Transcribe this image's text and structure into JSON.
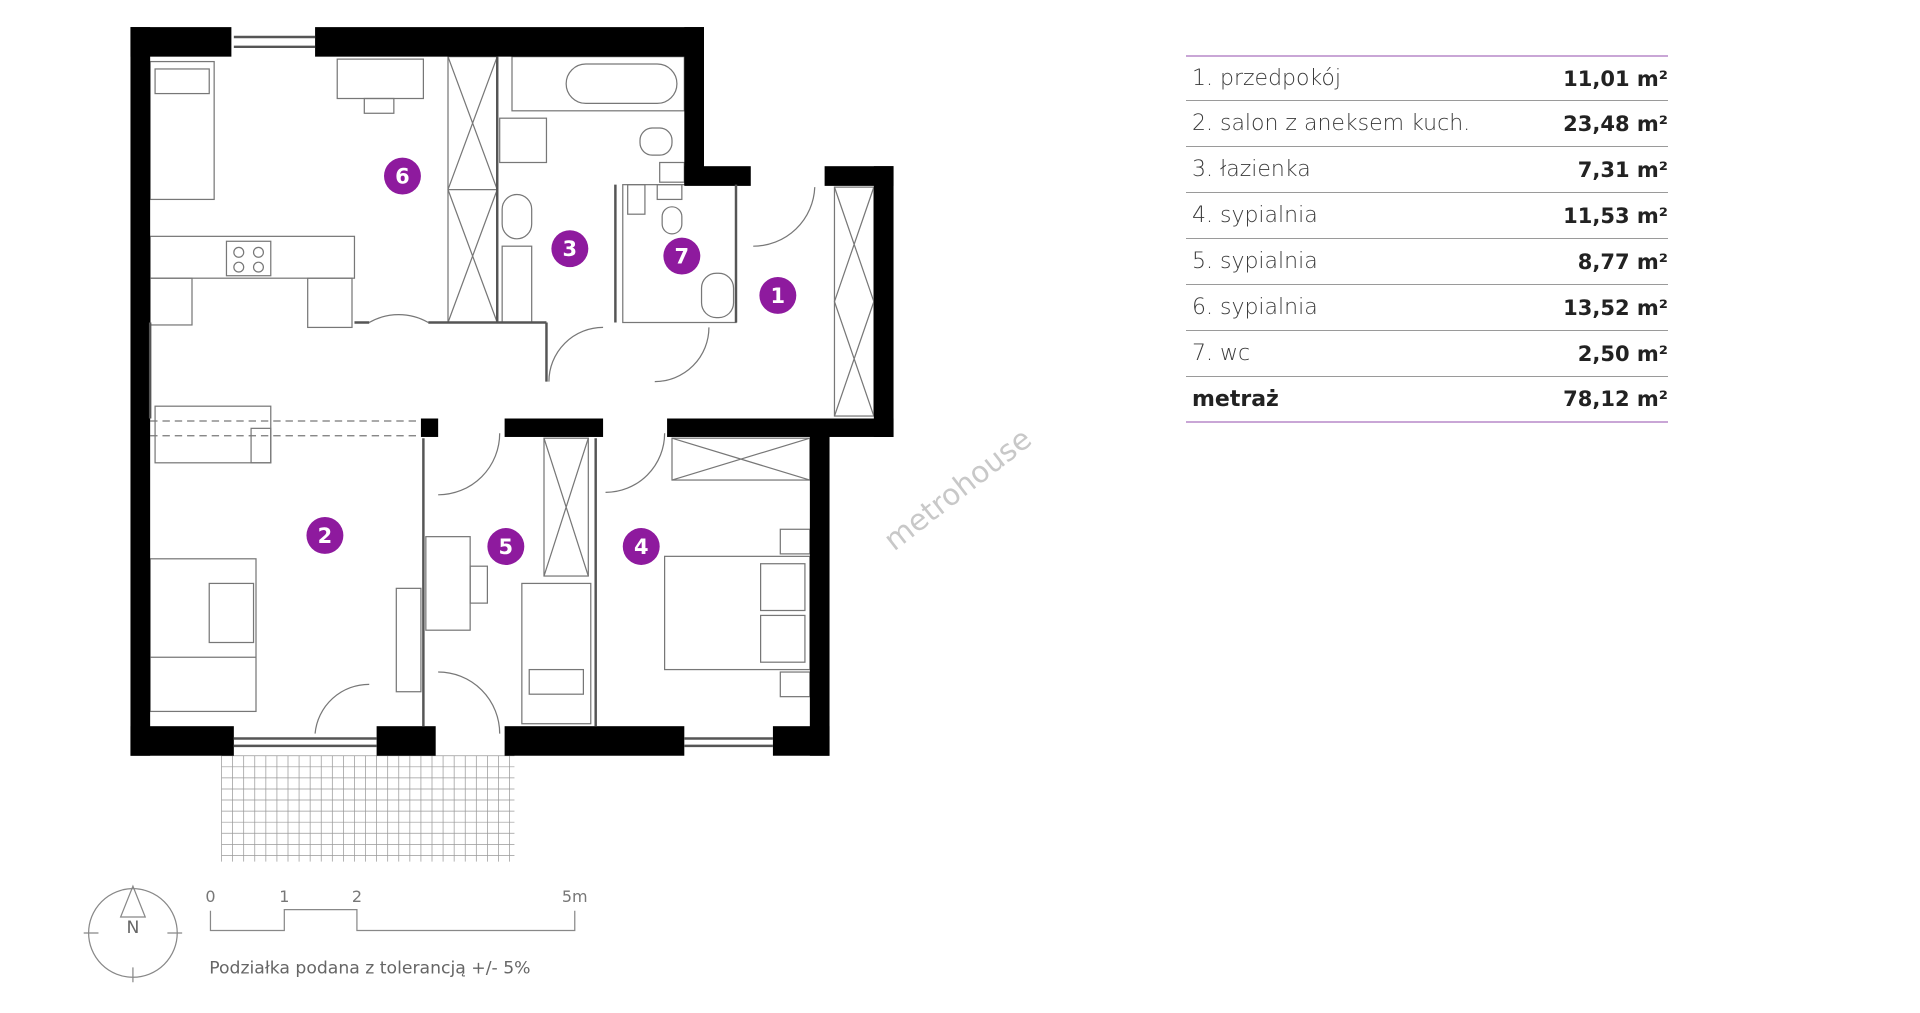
{
  "rooms": [
    {
      "label": "1. przedpokój",
      "area": "11,01 m²",
      "number": "1"
    },
    {
      "label": "2. salon z aneksem kuch.",
      "area": "23,48 m²",
      "number": "2"
    },
    {
      "label": "3. łazienka",
      "area": "7,31 m²",
      "number": "3"
    },
    {
      "label": "4. sypialnia",
      "area": "11,53 m²",
      "number": "4"
    },
    {
      "label": "5. sypialnia",
      "area": "8,77 m²",
      "number": "5"
    },
    {
      "label": "6. sypialnia",
      "area": "13,52 m²",
      "number": "6"
    },
    {
      "label": "7. wc",
      "area": "2,50 m²",
      "number": "7"
    }
  ],
  "total": {
    "label": "metraż",
    "area": "78,12 m²"
  },
  "watermark": "metrohouse",
  "compass": {
    "label": "N"
  },
  "scale": {
    "ticks": [
      "0",
      "1",
      "2",
      "5m"
    ],
    "note": "Podziałka podana z tolerancją +/- 5%"
  },
  "colors": {
    "accent": "#8e1a9e",
    "wall": "#000000",
    "divider_accent": "#c9a6d6"
  }
}
